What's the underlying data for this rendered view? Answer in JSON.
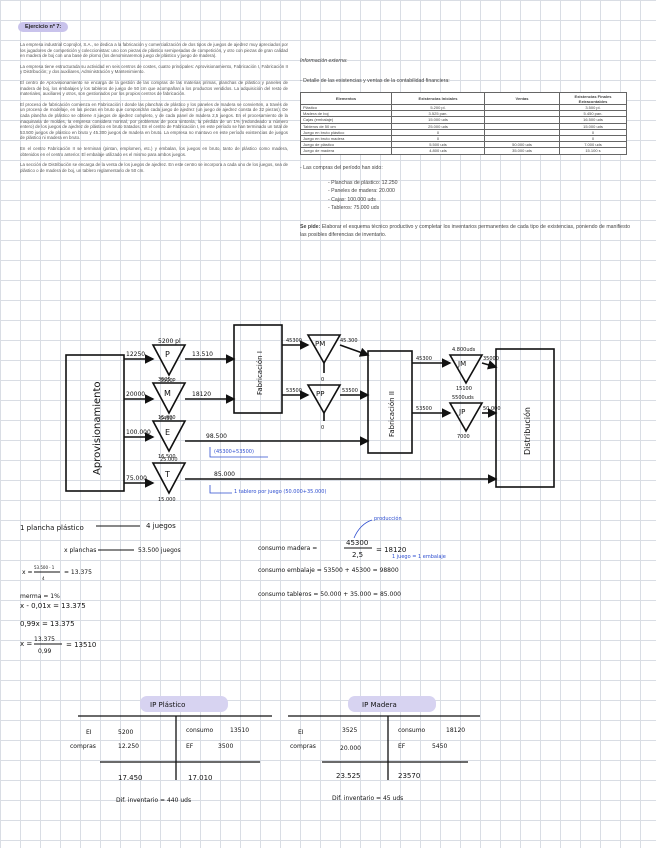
{
  "badge": "Ejercicio nº 7:",
  "paragraphs": [
    "La empresa industrial Coprojlor, S.A., se dedica a la fabricación y comercialización de dos tipos de juegos de ajedrez muy apreciados por los jugadores de competición y coleccionistas: uno con piezas de plástico semipesadas de competición, y otro con piezas de gran calidad en madera de boj con una base de plomo (los denominaremos juego de plástico y juego de madera).",
    "La empresa tiene estructurada su actividad en seis centros de costes, cuatro principales: Aprovisionamiento, Fabricación I, Fabricación II y Distribución; y dos auxiliares, Administración y Mantenimiento.",
    "El centro de Aprovisionamiento se encarga de la gestión de las compras de las materias primas, planchas de plástico y paneles de madera de boj, los embalajes y los tableros de juego de 50 cm que acompañan a los productos vendidos. La adquisición del resto de materiales, auxiliares y otros, son gestionados por los propios centros de fabricación.",
    "El proceso de fabricación comienza en Fabricación I donde las planchas de plástico y los paneles de madera se convierten, a través de un proceso de modelaje, en las piezas en bruto que compondrán cada juego de ajedrez (un juego de ajedrez consta de 32 piezas). De cada plancha de plástico se obtiene 4 juegos de ajedrez completo, y de cada panel de madera 2,5 juegos. En el procesamiento de la maquinaria de moldes, la empresa considera normal, por problemas de poca sintonía, la pérdida de un 1% (redondeado a número entero) de los juegos de ajedrez de plástico en bruto tratados. En el centro de Fabricación I, en este período se han terminado un total de 53.500 juegos de plástico en bruto y 45.300 juegos de madera en bruto. La empresa no mantuvo en este período existencias de juegos de plástico ni madera en bruto.",
    "En el centro Fabricación II se terminan (pintan, emplomen, etc.) y embalan, los juegos en bruto, tanto de plástico como madera, obtenidos en el centro anterior. El embalaje utilizado es el mismo para ambos juegos.",
    "La sección de Distribución se encarga de la venta de los juegos de ajedrez. En este centro se incorpora a cada uno de los juegos, sea de plástico o de madera de boj, un tablero reglamentario de 50 cm."
  ],
  "info": {
    "title": "Información externa:",
    "detail": "- Detalle de las existencias y ventas de la contabilidad financiera:",
    "headers": [
      "Elementos",
      "Existencias Iniciales",
      "Ventas",
      "Existencias Finales Extracontables"
    ],
    "rows": [
      [
        "Plástico",
        "5.200 pl.",
        "",
        "3.500 pl."
      ],
      [
        "Madera de boj",
        "3.525 pan.",
        "",
        "5.450 pan."
      ],
      [
        "Cajas (embalaje)",
        "15.000 uds",
        "",
        "16.500 uds"
      ],
      [
        "Tableros de 50 cm",
        "25.000 uds",
        "",
        "15.000 uds"
      ],
      [
        "Juego en bruto plástico",
        "0",
        "",
        "0"
      ],
      [
        "Juego en bruto madera",
        "0",
        "",
        "0"
      ],
      [
        "Juego de plástico",
        "5.500 uds",
        "50.000 uds",
        "7.000 uds"
      ],
      [
        "Juego de madera",
        "4.800 uds",
        "35.000 uds",
        "15.100 s"
      ]
    ],
    "purchases_title": "- Las compras del período han sido:",
    "purchases": [
      "- Planchas de plástico: 12.250",
      "- Paneles de madera: 20.000",
      "- Cajas: 100.000 uds",
      "- Tableros: 75.000 uds"
    ],
    "sepide_bold": "Se pide:",
    "sepide": " Elaborar el esquema técnico productivo y completar los inventarios permanentes de cada tipo de existencias, poniendo de manifiesto las posibles diferencias de inventario."
  },
  "diagram": {
    "aprov": "Aprovisionamiento",
    "fab1": "Fabricación I",
    "fab2": "Fabricación II",
    "dist": "Distribución",
    "P": "P",
    "M": "M",
    "E": "E",
    "T": "T",
    "PM": "PM",
    "PP": "PP",
    "JM": "JM",
    "JP": "JP",
    "p_in": "12250",
    "p_top": "5200 pl",
    "p_bottom": "3500",
    "p_out": "13.510",
    "m_in": "20000",
    "m_top": "3525 p",
    "m_bottom": "5450",
    "m_out": "18120",
    "e_in": "100.000",
    "e_top": "15.000",
    "e_bottom": "16.500",
    "e_out": "98.500",
    "e_note": "(45300+53500)",
    "t_in": "75.000",
    "t_top": "25.000",
    "t_bottom": "15.000",
    "t_out": "85.000",
    "t_note": "1 tablero por juego (50.000+35.000)",
    "pm_in": "45300",
    "pm_out": "45.300",
    "pm_bottom": "0",
    "pp_in": "53500",
    "pp_out": "53500",
    "pp_bottom": "0",
    "jm_in": "45300",
    "jm_top": "4.800uds",
    "jm_out": "35000",
    "jm_bottom": "15100",
    "jp_in": "53500",
    "jp_top": "5500uds",
    "jp_out": "50.000",
    "jp_bottom": "7000"
  },
  "calc": {
    "l1a": "1 plancha plástico",
    "l1b": "4 juegos",
    "l2a": "x planchas",
    "l2b": "53.500 juegos",
    "l3a": "x =",
    "l3n": "53.500 · 1",
    "l3d": "4",
    "l3r": "= 13.375",
    "l4": "merma = 1%",
    "l5": "x - 0,01x = 13.375",
    "l6": "0,99x = 13.375",
    "l7a": "x =",
    "l7n": "13.375",
    "l7d": "0,99",
    "l7r": "= 13510",
    "m1a": "consumo madera =",
    "m1n": "45300",
    "m1d": "2,5",
    "m1r": "= 18120",
    "m1note": "producción",
    "m2": "consumo embalaje = 53500 + 45300 = 98800",
    "m2note": "1 juego = 1 embalaje",
    "m3": "consumo tableros = 50.000 + 35.000 = 85.000"
  },
  "ip_plastico": {
    "title": "IP Plástico",
    "ei": "EI",
    "ei_v": "5200",
    "cons": "consumo",
    "cons_v": "13510",
    "compras": "compras",
    "compras_v": "12.250",
    "ef": "EF",
    "ef_v": "3500",
    "total_l": "17.450",
    "total_r": "17.010",
    "dif": "Dif. inventario = 440 uds"
  },
  "ip_madera": {
    "title": "IP Madera",
    "ei": "EI",
    "ei_v": "3525",
    "cons": "consumo",
    "cons_v": "18120",
    "compras": "compras",
    "compras_v": "20.000",
    "ef": "EF",
    "ef_v": "5450",
    "total_l": "23.525",
    "total_r": "23570",
    "dif": "Dif. inventario = 45 uds"
  }
}
